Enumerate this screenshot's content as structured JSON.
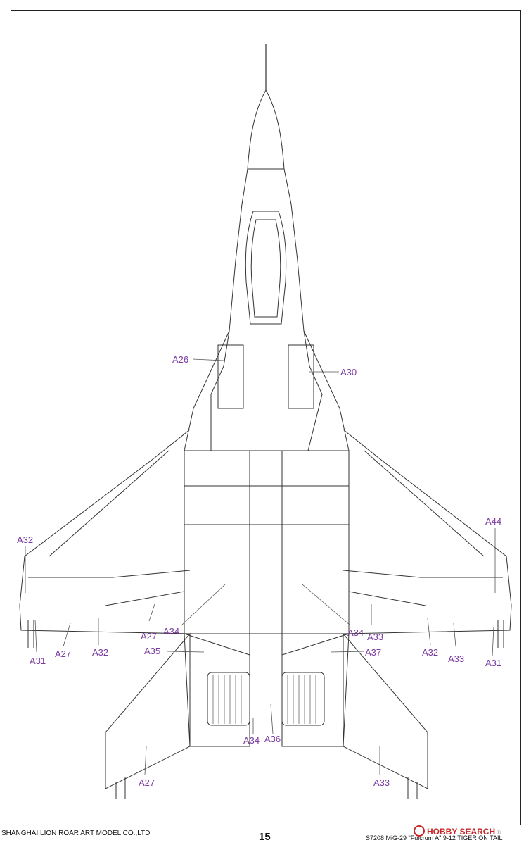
{
  "labels": {
    "a26": "A26",
    "a30": "A30",
    "a32_left": "A32",
    "a44": "A44",
    "a27_mid_left": "A27",
    "a34_left": "A34",
    "a34_right": "A34",
    "a33_mid_right": "A33",
    "a31_left": "A31",
    "a27_outer_left": "A27",
    "a32_inner_left": "A32",
    "a35": "A35",
    "a37": "A37",
    "a32_inner_right": "A32",
    "a33_outer_right": "A33",
    "a31_right": "A31",
    "a34_bottom": "A34",
    "a36": "A36",
    "a27_bottom": "A27",
    "a33_bottom": "A33"
  },
  "footer": {
    "company": "SHANGHAI LION ROAR ART MODEL CO.,LTD",
    "page_number": "15",
    "product": "S7208 MiG-29 \"Fulcrum A\" 9-12 TIGER ON TAIL"
  },
  "watermark": {
    "text": "HOBBY SEARCH",
    "icon": "hobby-search-logo-icon",
    "registered": "®"
  },
  "colors": {
    "label": "#7b3aa0",
    "line": "#333333",
    "watermark": "#c62828"
  }
}
